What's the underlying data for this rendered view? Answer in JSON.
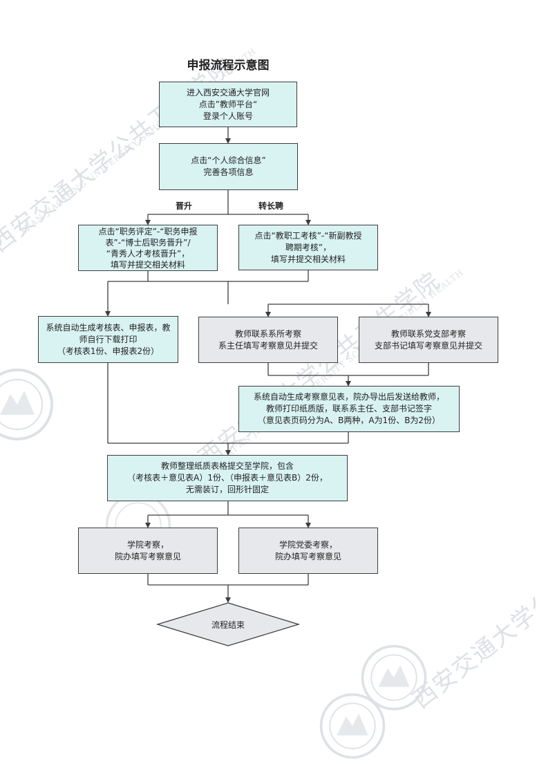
{
  "title": "申报流程示意图",
  "watermark": {
    "school_cn": "西安交通大学公共卫生学院",
    "school_en": "XI'AN JIAOTONG UNIVERSITY SCHOOL OF PUBLIC HEALTH"
  },
  "branches": {
    "left": "晋升",
    "right": "转长聘"
  },
  "steps": {
    "s1": [
      "进入西安交通大学官网",
      "点击”教师平台“",
      "登录个人账号"
    ],
    "s2": [
      "点击“个人综合信息”",
      "完善各项信息"
    ],
    "s3_left": [
      "点击“职务评定”-“职务申报",
      "表”-“博士后职务晋升”/",
      "“青秀人才考核晋升”，",
      "填写并提交相关材料"
    ],
    "s3_right": [
      "点击“教职工考核”-“新副教授",
      "聘期考核”，",
      "填写并提交相关材料"
    ],
    "s4_left": [
      "系统自动生成考核表、申报表，教",
      "师自行下载打印",
      "（考核表1份、申报表2份）"
    ],
    "s4_mid": [
      "教师联系系所考察",
      "系主任填写考察意见并提交"
    ],
    "s4_right": [
      "教师联系党支部考察",
      "支部书记填写考察意见并提交"
    ],
    "s5": [
      "系统自动生成考察意见表，院办导出后发送给教师，",
      "教师打印纸质版，联系系主任、支部书记签字",
      "（意见表页码分为A、B两种，A为1份、B为2份）"
    ],
    "s6": [
      "教师整理纸质表格提交至学院，包含",
      "（考核表＋意见表A）1份、（申报表＋意见表B）2份，",
      "无需装订，回形针固定"
    ],
    "s7_left": [
      "学院考察，",
      "院办填写考察意见"
    ],
    "s7_right": [
      "学院党委考察，",
      "院办填写考察意见"
    ],
    "end": "流程结束"
  },
  "colors": {
    "process_fill": "#d9f2f2",
    "review_fill": "#e6e8eb",
    "line": "#3c3c3c",
    "watermark": "#dde1e6"
  }
}
